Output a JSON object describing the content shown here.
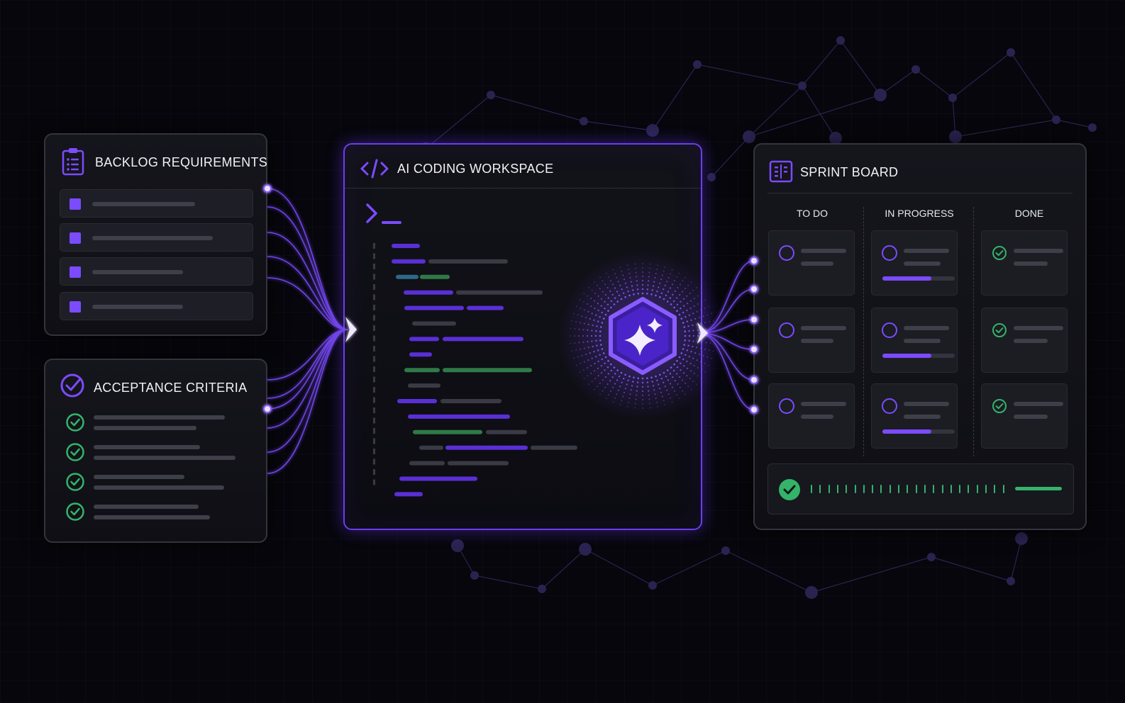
{
  "backlog": {
    "title": "BACKLOG REQUIREMENTS",
    "icon": "clipboard-list-icon",
    "item_count": 4
  },
  "acceptance": {
    "title": "ACCEPTANCE CRITERIA",
    "icon": "check-circle-icon",
    "item_count": 4
  },
  "workspace": {
    "title": "AI CODING WORKSPACE",
    "icon": "code-brackets-icon",
    "prompt_icon": "terminal-prompt-icon",
    "center_icon": "ai-sparkle-hexagon-icon"
  },
  "sprint": {
    "title": "SPRINT BOARD",
    "icon": "kanban-board-icon",
    "columns": [
      {
        "label": "TO DO",
        "cards": 3,
        "state": "open"
      },
      {
        "label": "IN PROGRESS",
        "cards": 3,
        "state": "in-progress",
        "progress": [
          0.68,
          0.68,
          0.68
        ]
      },
      {
        "label": "DONE",
        "cards": 3,
        "state": "done"
      }
    ],
    "footer_icon": "check-circle-filled-icon"
  },
  "colors": {
    "accent": "#7b4bff",
    "accent_glow": "#9a6bff",
    "success": "#34b36a",
    "background": "#06060c",
    "panel": "#13131a"
  }
}
